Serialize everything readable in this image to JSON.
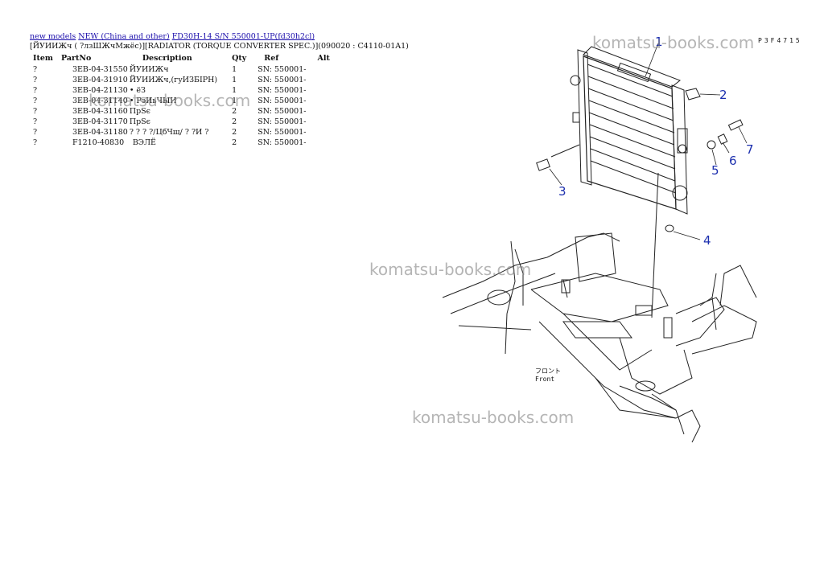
{
  "breadcrumb": {
    "link1": "new models",
    "link2": "NEW (China and other)",
    "link3": "FD30H-14 S/N 550001-UP(fd30h2cl)"
  },
  "subtitle": "[ЙУИИЖч ( ?лзШЖчМжёс)][RADIATOR (TORQUE CONVERTER SPEC.)](090020 : C4110-01A1)",
  "table": {
    "headers": {
      "item": "Item",
      "partno": "PartNo",
      "description": "Description",
      "qty": "Qty",
      "ref": "Ref",
      "alt": "Alt"
    },
    "rows": [
      {
        "item": "?",
        "partno": "3EB-04-31550",
        "description": "ЙУИИЖч",
        "qty": "1",
        "ref": "SN: 550001-"
      },
      {
        "item": "?",
        "partno": "3EB-04-31910",
        "description": "ЙУИИЖч,(гуИЗБІРН)",
        "qty": "1",
        "ref": "SN: 550001-"
      },
      {
        "item": "?",
        "partno": "3EB-04-21130",
        "description": "• ёЗ",
        "qty": "1",
        "ref": "SN: 550001-"
      },
      {
        "item": "?",
        "partno": "3EB-04-31140",
        "description": "• РэИьЧЫИ",
        "qty": "1",
        "ref": "SN: 550001-"
      },
      {
        "item": "?",
        "partno": "3EB-04-31160",
        "description": "ПрЅє",
        "qty": "2",
        "ref": "SN: 550001-"
      },
      {
        "item": "?",
        "partno": "3EB-04-31170",
        "description": "ПрЅє",
        "qty": "2",
        "ref": "SN: 550001-"
      },
      {
        "item": "?",
        "partno": "3EB-04-31180",
        "description": "? ? ? ?/ЦбЧщ/ ? ?И ?",
        "qty": "2",
        "ref": "SN: 550001-"
      },
      {
        "item": "?",
        "partno": "F1210-40830",
        "description": "ВЭЛЁ",
        "qty": "2",
        "ref": "SN: 550001-"
      }
    ]
  },
  "watermark": "komatsu-books.com",
  "figure": {
    "code": "P3F4715",
    "front_label_1": "フロント",
    "front_label_2": "Front",
    "callouts": [
      "1",
      "2",
      "3",
      "4",
      "5",
      "6",
      "7"
    ],
    "callout_color": "#1c2fae"
  }
}
